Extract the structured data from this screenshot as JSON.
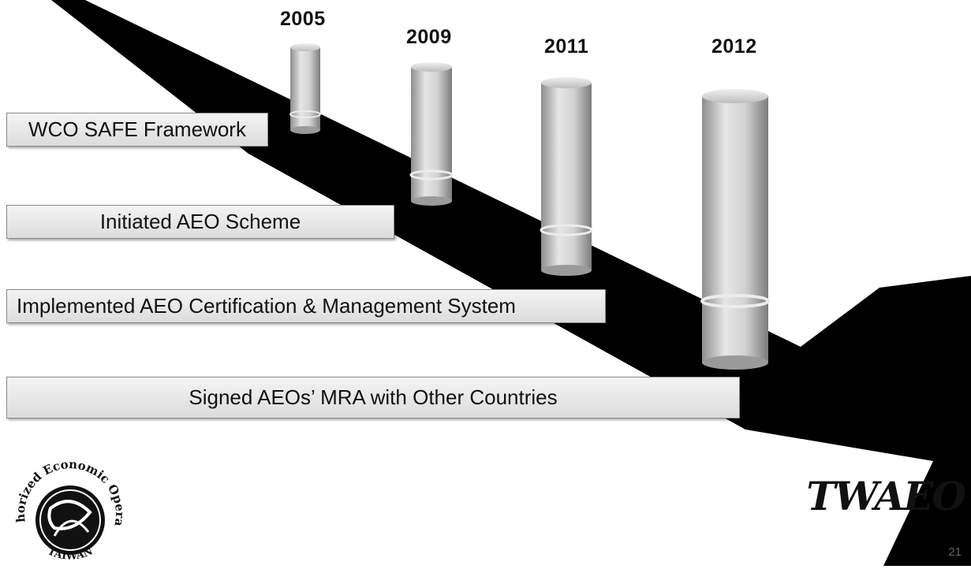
{
  "timeline": {
    "years": [
      "2005",
      "2009",
      "2011",
      "2012"
    ],
    "milestones": [
      "WCO SAFE Framework",
      "Initiated AEO Scheme",
      "Implemented AEO Certification & Management System",
      "Signed AEOs’ MRA with Other Countries"
    ]
  },
  "branding": {
    "seal_text_top": "Authorized Economic Operator",
    "seal_text_bottom": "TAIWAN",
    "logo_text": "TWAEO"
  },
  "page_number": "21",
  "colors": {
    "arrow": "#000000",
    "pillar": "#bfbfbf",
    "box_fill": "#e8e8e8",
    "box_border": "#8a8a8a"
  }
}
